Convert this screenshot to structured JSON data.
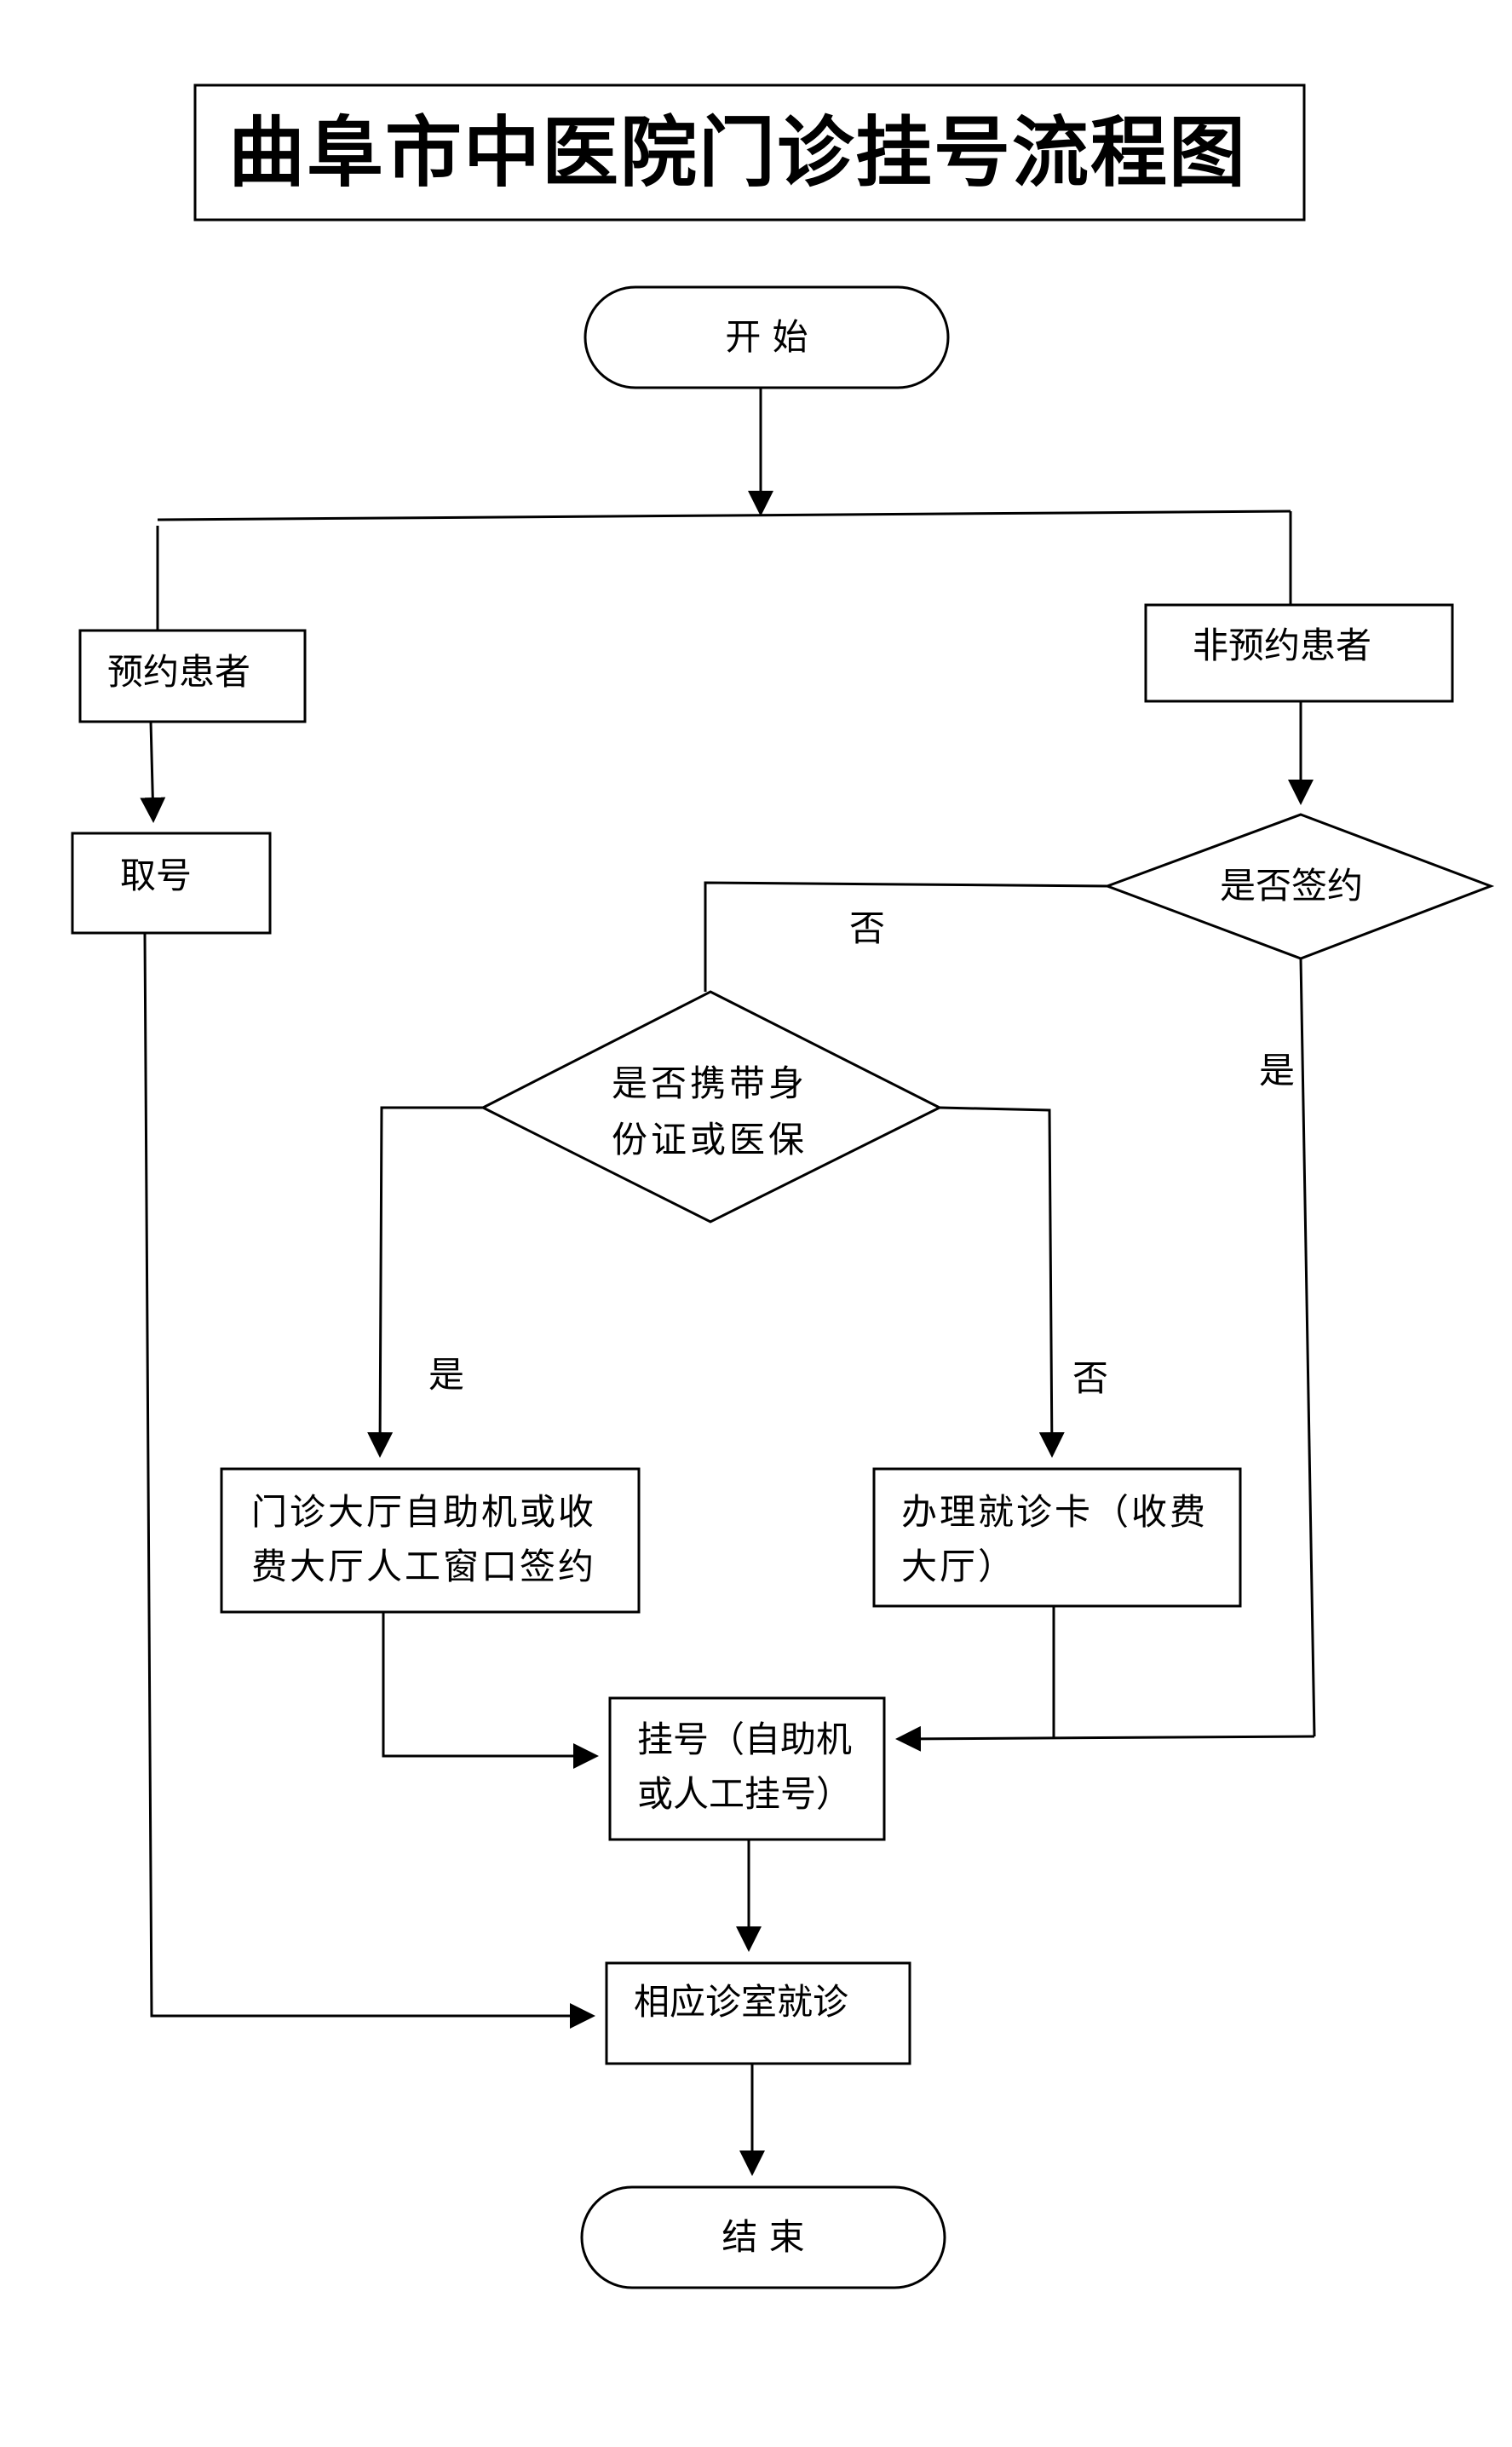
{
  "title": "曲阜市中医院门诊挂号流程图",
  "nodes": {
    "start": "开    始",
    "appointment_patient": "预约患者",
    "non_appointment_patient": "非预约患者",
    "take_number": "取号",
    "signed_question": "是否签约",
    "id_question_line1": "是否携带身",
    "id_question_line2": "份证或医保",
    "self_service_sign": "门诊大厅自助机或收\n费大厅人工窗口签约",
    "get_card": "办理就诊卡（收费\n大厅）",
    "register": "挂号（自助机\n或人工挂号）",
    "clinic_visit": "相应诊室就诊",
    "end": "结    束"
  },
  "edge_labels": {
    "signed_no": "否",
    "signed_yes": "是",
    "id_yes": "是",
    "id_no": "否"
  }
}
